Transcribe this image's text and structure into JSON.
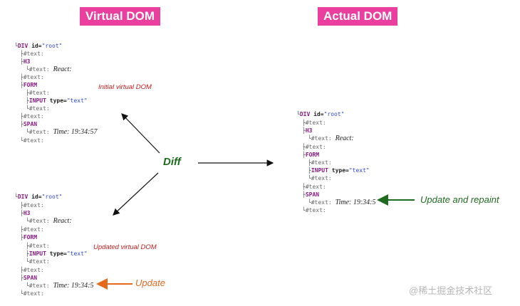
{
  "titles": {
    "virtual": "Virtual DOM",
    "actual": "Actual DOM"
  },
  "tree": {
    "root_el": "DIV",
    "root_attr": "id=",
    "root_val": "\"root\"",
    "text_node": "#text:",
    "h3": "H3",
    "react": "React:",
    "form": "FORM",
    "input_el": "INPUT",
    "input_attr": "type=",
    "input_val": "\"text\"",
    "span": "SPAN",
    "time_full": "Time: 19:34:57",
    "time_trunc": "Time: 19:34:5"
  },
  "labels": {
    "initial": "Initial virtual DOM",
    "updated": "Updated virtual DOM",
    "diff": "Diff",
    "update": "Update",
    "repaint": "Update and repaint",
    "watermark": "@稀土掘金技术社区"
  },
  "colors": {
    "tag_bg": "#ea3f9e",
    "diff": "#1f6b1f",
    "update": "#e56a1e",
    "note": "#c81e1e"
  }
}
